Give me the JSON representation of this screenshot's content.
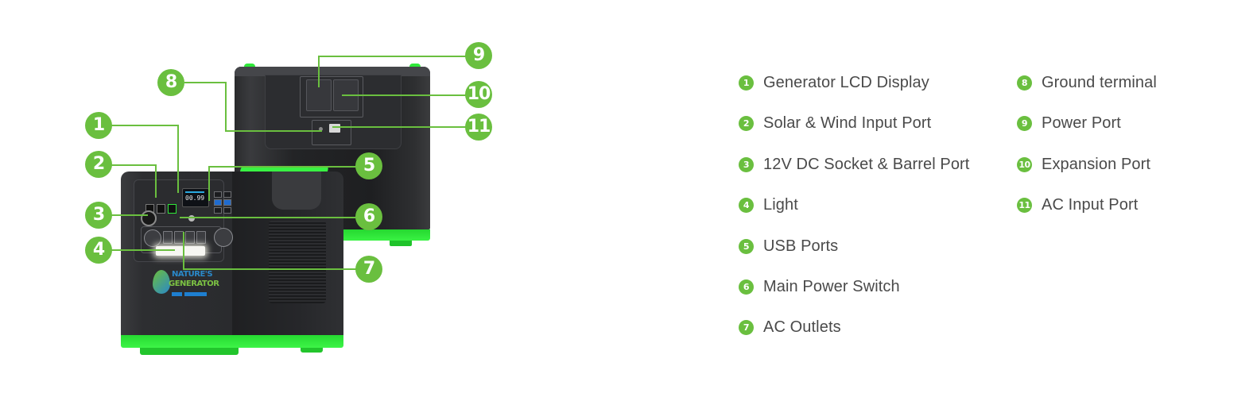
{
  "diagram": {
    "product": {
      "brand_line1": "NATURE'S",
      "brand_line2": "GENERATOR",
      "lcd_reading": "00.99"
    },
    "colors": {
      "callout_green": "#6abf3f",
      "product_green": "#2fe83a",
      "body_dark": "#2a2b2e",
      "label_text": "#4a4a4a"
    },
    "callouts": [
      {
        "n": "1",
        "label": "Generator LCD Display"
      },
      {
        "n": "2",
        "label": "Solar & Wind Input Port"
      },
      {
        "n": "3",
        "label": "12V DC Socket & Barrel Port"
      },
      {
        "n": "4",
        "label": "Light"
      },
      {
        "n": "5",
        "label": "USB Ports"
      },
      {
        "n": "6",
        "label": "Main Power Switch"
      },
      {
        "n": "7",
        "label": "AC Outlets"
      },
      {
        "n": "8",
        "label": "Ground terminal"
      },
      {
        "n": "9",
        "label": "Power Port"
      },
      {
        "n": "10",
        "label": "Expansion Port"
      },
      {
        "n": "11",
        "label": "AC Input Port"
      }
    ]
  }
}
